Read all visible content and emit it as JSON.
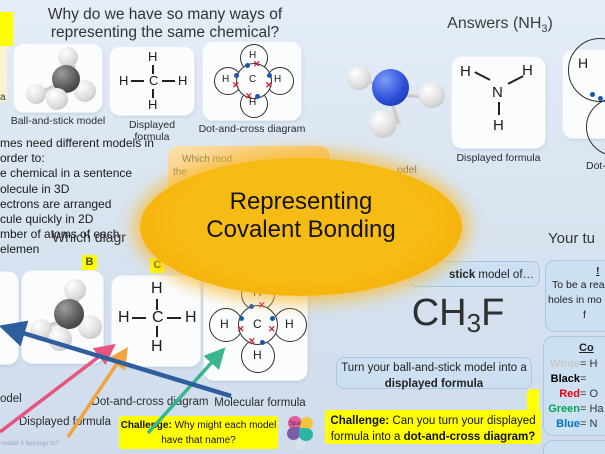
{
  "atoms": {
    "h": "H",
    "c": "C",
    "n": "N"
  },
  "symbols": {
    "cross": "✕"
  },
  "slide1": {
    "title_line1": "Why do we have so many ways of",
    "title_line2": "representing the same chemical?",
    "ball_stick_label": "Ball-and-stick model",
    "displayed_label": "Displayed formula",
    "dot_cross_label": "Dot-and-cross diagram"
  },
  "reasons": {
    "items": [
      "mes need different models in order to:",
      "e chemical in a sentence",
      "olecule in 3D",
      "ectrons are arranged",
      "cule quickly in 2D",
      "mber of atoms of each elemen"
    ]
  },
  "hidden_box": {
    "line1": "Which mod",
    "line2": "the"
  },
  "oval": {
    "line1": "Representing",
    "line2": "Covalent Bonding"
  },
  "answers": {
    "title_prefix": "Answers (NH",
    "title_sub": "3",
    "title_suffix": ")",
    "ball_stick_label": "odel",
    "displayed_label": "Displayed formula",
    "dot_cross_label": "Dot-"
  },
  "match_slide": {
    "heading": "Which diagr",
    "label_b": "B",
    "label_c": "C",
    "cap_model": "odel",
    "cap_displayed": "Displayed formula",
    "cap_dot_cross": "Dot-and-cross diagram",
    "cap_molecular": "Molecular formula",
    "faint_text": "model it belongs to?",
    "challenge_bold": "Challenge:",
    "challenge_rest": " Why might each model have that name?"
  },
  "task_panel": {
    "box1_bold": "stick",
    "box1_rest": " model of…",
    "formula_prefix": "CH",
    "formula_sub": "3",
    "formula_suffix": "F",
    "box2_line1": "Turn your ball-and-stick model into a",
    "box2_line2": "displayed formula",
    "challenge_bold": "Challenge:",
    "challenge_rest1": " Can you turn your displayed",
    "challenge_rest2": "formula into a ",
    "challenge_bold2": "dot-and-cross diagram?"
  },
  "your_turn": {
    "title": "Your tu",
    "hint_heading": "!",
    "hint_line1": "To be a rea",
    "hint_line2": "holes in mo",
    "hint_line3": "f",
    "key_heading": "Co",
    "entries": [
      {
        "name": "White",
        "value": " = H",
        "color": "#c9c9c9"
      },
      {
        "name": "Black",
        "value": " = ",
        "color": "#000000"
      },
      {
        "name": "Red",
        "value": " = O",
        "color": "#e8000d"
      },
      {
        "name": "Green",
        "value": " = Ha",
        "color": "#00a651"
      },
      {
        "name": "Blue",
        "value": " = N",
        "color": "#0070c0"
      }
    ]
  },
  "icons": {
    "spark_label": "Spar"
  },
  "fragments": {
    "left_letter": "a"
  },
  "colors": {
    "arrow_pink": "#e75480",
    "arrow_orange": "#f2a33c",
    "arrow_green": "#38b68c",
    "arrow_blue": "#2e5e9e",
    "oval_fill": "#f6b511",
    "highlight": "#ffff00"
  }
}
